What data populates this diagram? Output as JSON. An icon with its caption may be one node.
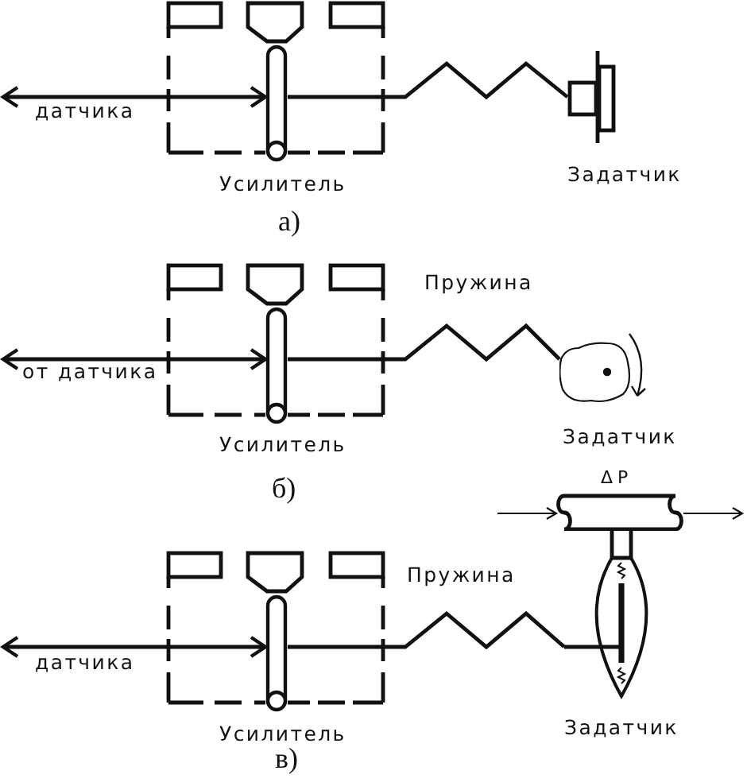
{
  "diagram": {
    "nodes": [
      {
        "text": [
          "Усилитель"
        ]
      },
      {
        "text": [],
        "shape": "bar",
        "in": 0
      },
      {
        "text": [
          "Задатчик"
        ]
      },
      {
        "text": [
          "Усилитель"
        ]
      },
      {
        "text": [],
        "shape": "bar",
        "in": 3
      },
      {
        "text": [
          "Задатчик"
        ]
      },
      {
        "text": [],
        "shape": "cylinder",
        "beside": [
          "ΔP"
        ]
      },
      {
        "text": [
          "Усилитель"
        ]
      },
      {
        "text": [],
        "shape": "bar",
        "in": 7
      },
      {
        "text": [
          "Задатчик"
        ]
      }
    ],
    "edges": [
      {
        "from": null,
        "to": 1,
        "arrow": "both",
        "label": "датчика"
      },
      {
        "from": 1,
        "to": 2,
        "arrow": "none"
      },
      {
        "from": null,
        "to": 4,
        "arrow": "both",
        "label": "от датчика"
      },
      {
        "from": 4,
        "to": 5,
        "arrow": "none",
        "label": "Пружина"
      },
      {
        "from": null,
        "to": 6,
        "arrow": "to"
      },
      {
        "from": 6,
        "to": null,
        "arrow": "to"
      },
      {
        "from": 6,
        "to": 9,
        "arrow": "none"
      },
      {
        "from": null,
        "to": 8,
        "arrow": "both",
        "label": "датчика"
      },
      {
        "from": 8,
        "to": 9,
        "arrow": "none",
        "label": "Пружина"
      }
    ],
    "labels": [
      "а)",
      "б)",
      "в)"
    ]
  }
}
